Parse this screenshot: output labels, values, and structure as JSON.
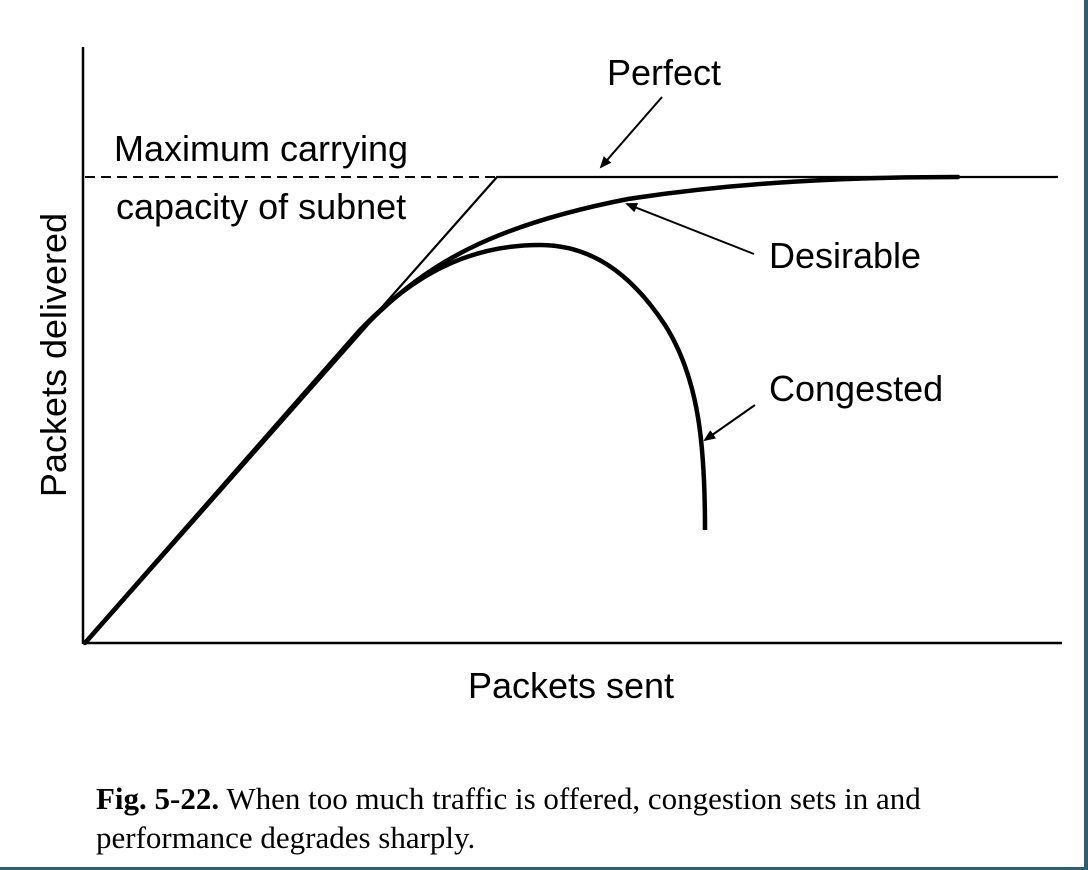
{
  "labels": {
    "perfect": "Perfect",
    "max_capacity_line1": "Maximum carrying",
    "max_capacity_line2": "capacity of subnet",
    "desirable": "Desirable",
    "congested": "Congested",
    "y_axis": "Packets delivered",
    "x_axis": "Packets sent"
  },
  "caption": {
    "number": "Fig.  5-22.",
    "text": " When too much traffic is offered, congestion sets in and performance degrades sharply."
  },
  "colors": {
    "ink": "#000000",
    "frame": "#2f5f6f"
  }
}
